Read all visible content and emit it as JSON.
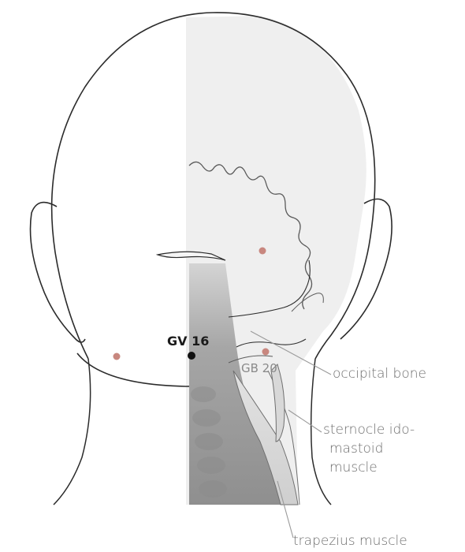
{
  "diagram": {
    "points": {
      "gv16": {
        "label": "GV 16",
        "color": "#111111"
      },
      "gb20": {
        "label": "GB 20",
        "color": "#8a8a8a"
      },
      "marker_color": "#c8877f"
    },
    "structures": {
      "occipital_bone": "occipital bone",
      "scm_line1": "sternocle ido-",
      "scm_line2": "mastoid",
      "scm_line3": "muscle",
      "trapezius": "trapezius muscle"
    },
    "colors": {
      "outline": "#2b2b2b",
      "right_panel": "#ececec",
      "neck_shade": "#9a9a9a",
      "leader": "#9a9a9a"
    }
  }
}
